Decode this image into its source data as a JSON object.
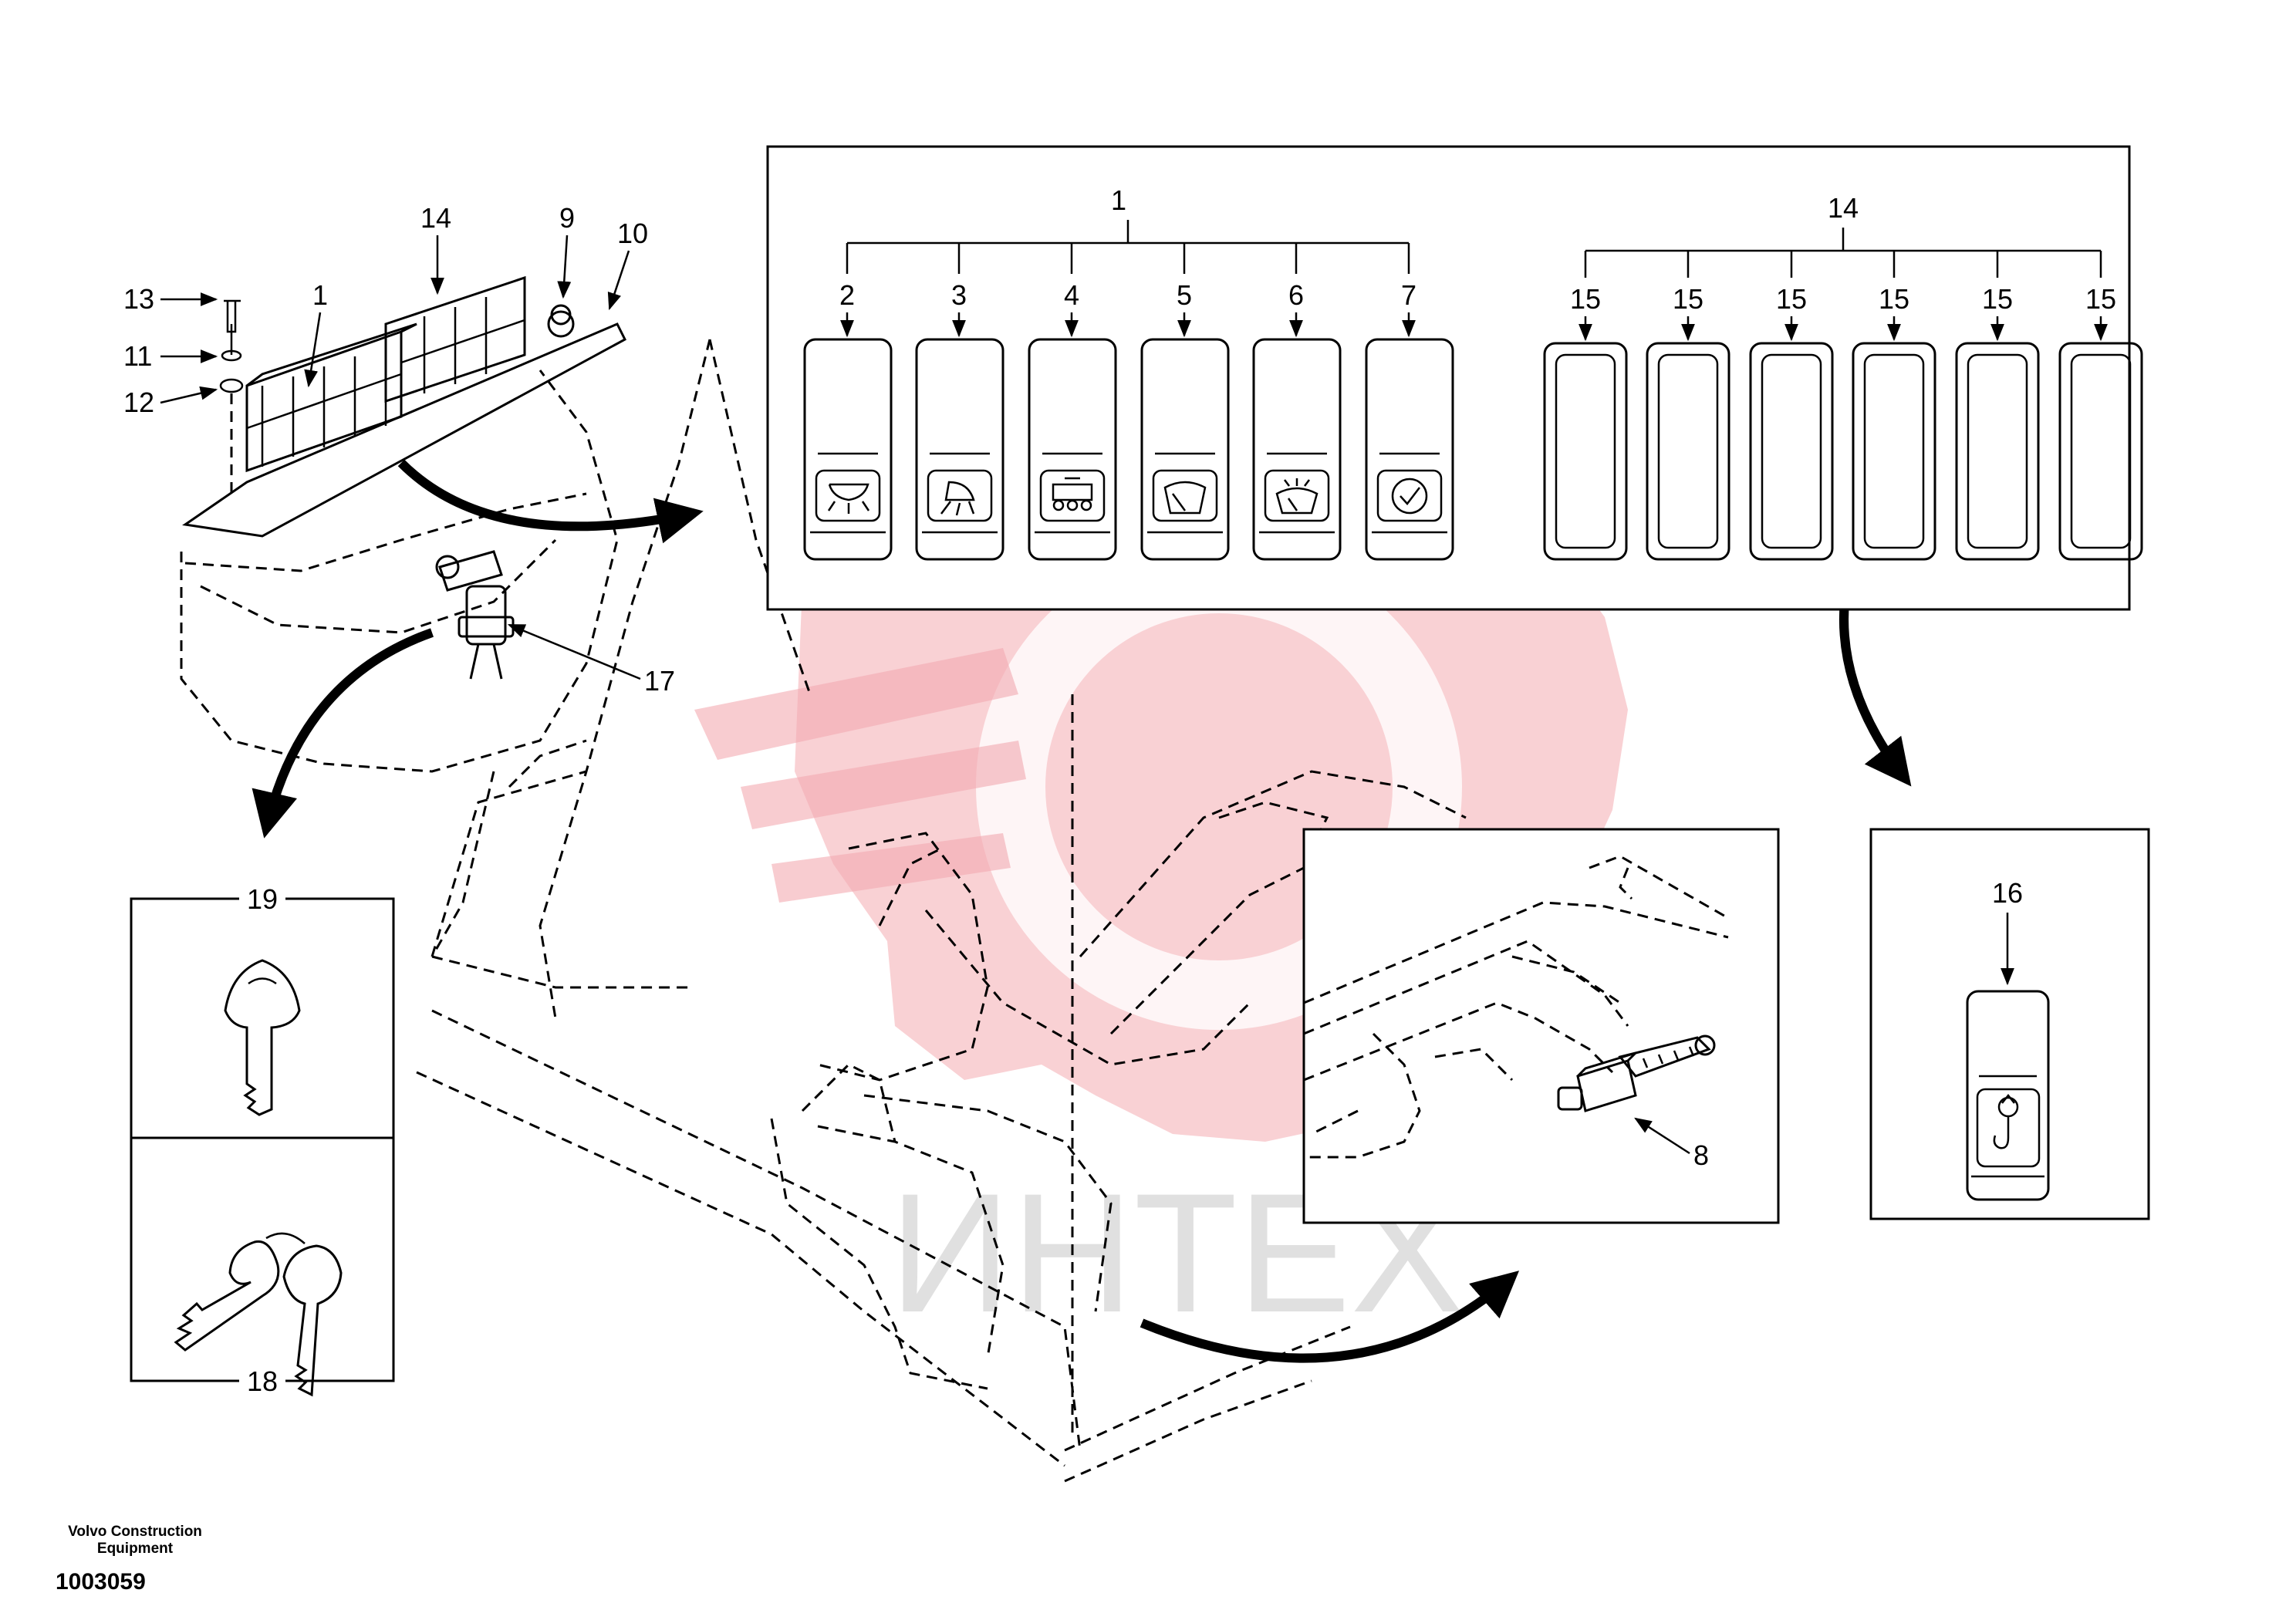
{
  "callouts": {
    "overview": [
      "13",
      "11",
      "12",
      "1",
      "14",
      "9",
      "10",
      "17"
    ],
    "switch_panel": [
      "1",
      "2",
      "3",
      "4",
      "5",
      "6",
      "7",
      "14",
      "15",
      "15",
      "15",
      "15",
      "15",
      "15"
    ],
    "keys_box": [
      "19",
      "18"
    ],
    "seat_detail": [
      "8"
    ],
    "switch_detail": [
      "16"
    ]
  },
  "watermark": "ИНТЕХ",
  "footer": {
    "company": "Volvo Construction Equipment",
    "number": "1003059"
  },
  "colors": {
    "line": "#000000",
    "watermark": "#f2a0a8",
    "watermark_text": "#d9d9d9"
  },
  "icons": [
    "work-light-icon",
    "cab-light-icon",
    "travel-alarm-icon",
    "wiper-icon",
    "washer-icon",
    "confirm-icon",
    "hook-icon",
    "key-icon"
  ]
}
